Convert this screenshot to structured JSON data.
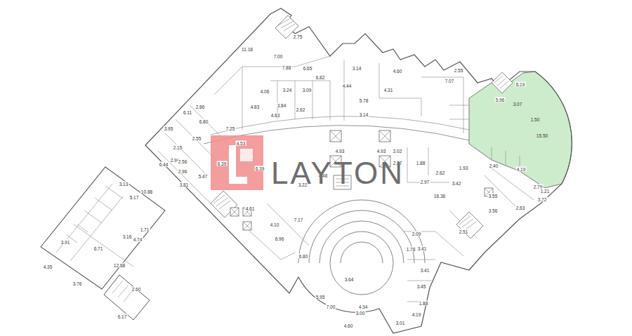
{
  "diagram": {
    "labels": [
      "11.18",
      "7.00",
      "2.75",
      "7.88",
      "6.65",
      "6.82",
      "4.06",
      "3.24",
      "3.09",
      "3.14",
      "4.44",
      "4.60",
      "4.31",
      "5.78",
      "3.14",
      "2.62",
      "4.83",
      "3.84",
      "4.83",
      "7.25",
      "2.86",
      "6.11",
      "6.80",
      "3.95",
      "2.55",
      "2.15",
      "2.90",
      "6.44",
      "2.56",
      "2.96",
      "3.81",
      "5.47",
      "4.53",
      "6.39",
      "6.39",
      "4.48",
      "3.22",
      "4.93",
      "4.93",
      "2.02",
      "2.37",
      "1.88",
      "2.62",
      "2.97",
      "3.42",
      "16.36",
      "1.93",
      "2.40",
      "4.19",
      "1.50",
      "15.50",
      "3.07",
      "6.19",
      "5.96",
      "7.07",
      "2.55",
      "2.79",
      "1.21",
      "3.72",
      "3.55",
      "3.56",
      "2.63",
      "2.51",
      "2.09",
      "1.78",
      "3.41",
      "3.41",
      "3.45",
      "1.88",
      "4.19",
      "3.01",
      "4.34",
      "3.00",
      "3.64",
      "5.95",
      "7.00",
      "4.60",
      "6.80",
      "6.96",
      "4.10",
      "7.17",
      "4.61",
      "10.88",
      "3.13",
      "5.17",
      "3.16",
      "4.74",
      "1.71",
      "6.71",
      "3.91",
      "4.35",
      "12.68",
      "3.76",
      "6.17",
      "2.60",
      "LAYTON"
    ]
  }
}
